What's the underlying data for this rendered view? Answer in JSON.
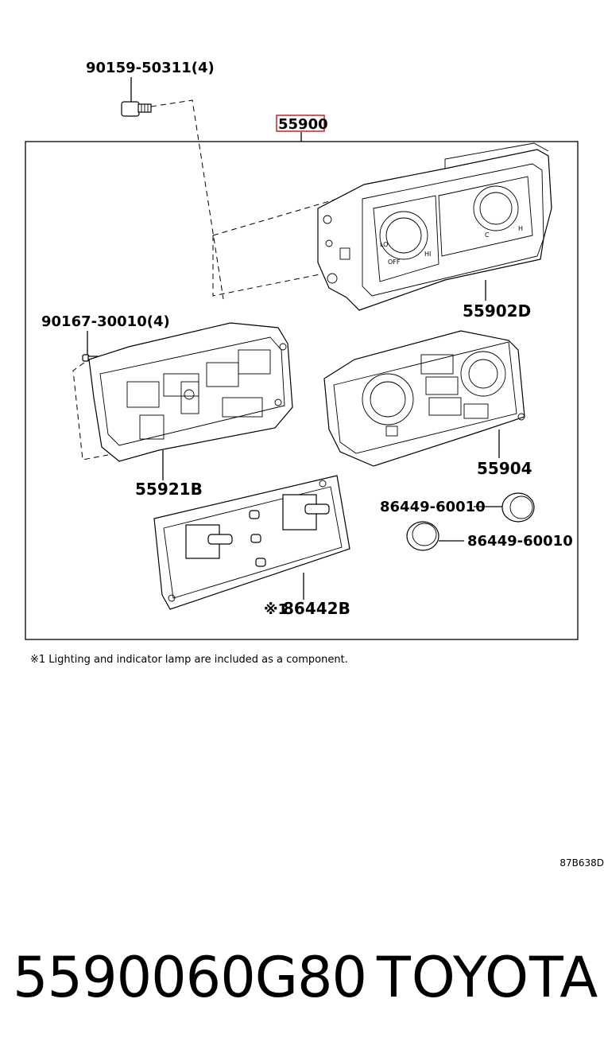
{
  "diagram": {
    "main_assembly": "55900",
    "labels": {
      "screw_top": "90159-50311(4)",
      "screw_left": "90167-30010(4)",
      "panel": "55902D",
      "frame": "55921B",
      "control": "55904",
      "board": "86442B",
      "board_mark": "※1",
      "knob_upper": "86449-60010",
      "knob_lower": "86449-60010"
    },
    "dial_marks": {
      "lo": "LO",
      "hi": "HI",
      "off": "OFF",
      "c": "C",
      "h": "H"
    },
    "accent_color": "#cc2222"
  },
  "footnote": "※1 Lighting and indicator lamp are included as a component.",
  "image_code": "87B638D",
  "part_number": "5590060G80",
  "brand": "TOYOTA"
}
